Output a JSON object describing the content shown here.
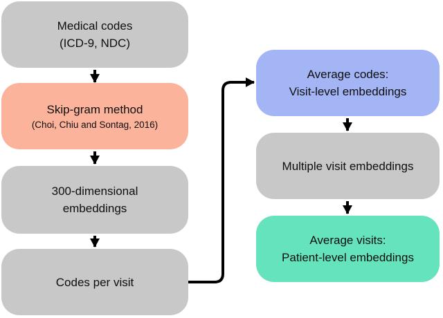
{
  "diagram": {
    "background": "#ffffff",
    "arrow_color": "#000000",
    "text_color": "#0e0e0e",
    "boxes": {
      "medical_codes": {
        "line1": "Medical codes",
        "line2": "(ICD-9, NDC)",
        "color": "#c8c8c8"
      },
      "skip_gram": {
        "line1": "Skip-gram method",
        "line2": "(Choi, Chiu and Sontag, 2016)",
        "color": "#fcb39b"
      },
      "embeddings_300": {
        "line1": "300-dimensional",
        "line2": "embeddings",
        "color": "#c8c8c8"
      },
      "codes_per_visit": {
        "line1": "Codes per visit",
        "color": "#c8c8c8"
      },
      "visit_level": {
        "line1": "Average codes:",
        "line2": "Visit-level embeddings",
        "color": "#a4b5f6"
      },
      "multiple_visits": {
        "line1": "Multiple visit embeddings",
        "color": "#c8c8c8"
      },
      "patient_level": {
        "line1": "Average visits:",
        "line2": "Patient-level embeddings",
        "color": "#64e3bd"
      }
    }
  }
}
